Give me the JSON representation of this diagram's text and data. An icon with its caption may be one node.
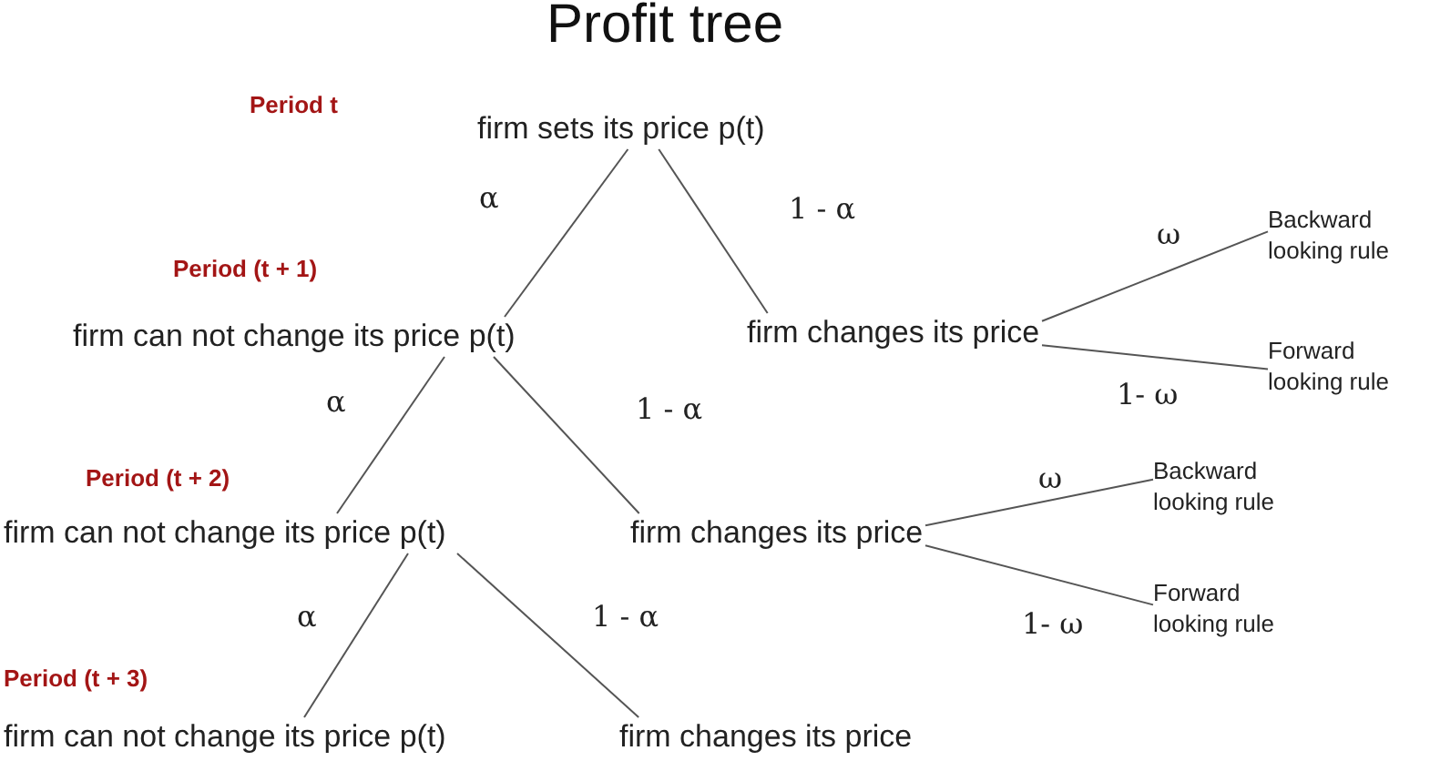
{
  "diagram": {
    "title": "Profit tree",
    "nodes": [
      {
        "text": [
          "firm sets its price p(t)"
        ]
      },
      {
        "text": [
          "firm can not change its price p(t)"
        ]
      },
      {
        "text": [
          "firm changes its price"
        ]
      },
      {
        "text": [
          "Backward looking rule"
        ]
      },
      {
        "text": [
          "Forward looking rule"
        ]
      },
      {
        "text": [
          "firm can not change its price p(t)"
        ]
      },
      {
        "text": [
          "firm changes its price"
        ]
      },
      {
        "text": [
          "Backward looking rule"
        ]
      },
      {
        "text": [
          "Forward looking rule"
        ]
      },
      {
        "text": [
          "firm can not change its price p(t)"
        ]
      },
      {
        "text": [
          "firm changes its price"
        ]
      }
    ],
    "edges": [
      {
        "from": 0,
        "to": 1,
        "arrow": "none",
        "label": "α"
      },
      {
        "from": 0,
        "to": 2,
        "arrow": "none",
        "label": "1 - α"
      },
      {
        "from": 2,
        "to": 3,
        "arrow": "none",
        "label": "ω"
      },
      {
        "from": 2,
        "to": 4,
        "arrow": "none",
        "label": "1- ω"
      },
      {
        "from": 1,
        "to": 5,
        "arrow": "none",
        "label": "α"
      },
      {
        "from": 1,
        "to": 6,
        "arrow": "none",
        "label": "1 - α"
      },
      {
        "from": 6,
        "to": 7,
        "arrow": "none",
        "label": "ω"
      },
      {
        "from": 6,
        "to": 8,
        "arrow": "none",
        "label": "1- ω"
      },
      {
        "from": 5,
        "to": 9,
        "arrow": "none",
        "label": "α"
      },
      {
        "from": 5,
        "to": 10,
        "arrow": "none",
        "label": "1 - α"
      }
    ],
    "labels": [
      "Period t",
      "Period (t + 1)",
      "Period (t + 2)",
      "Period (t + 3)"
    ]
  }
}
